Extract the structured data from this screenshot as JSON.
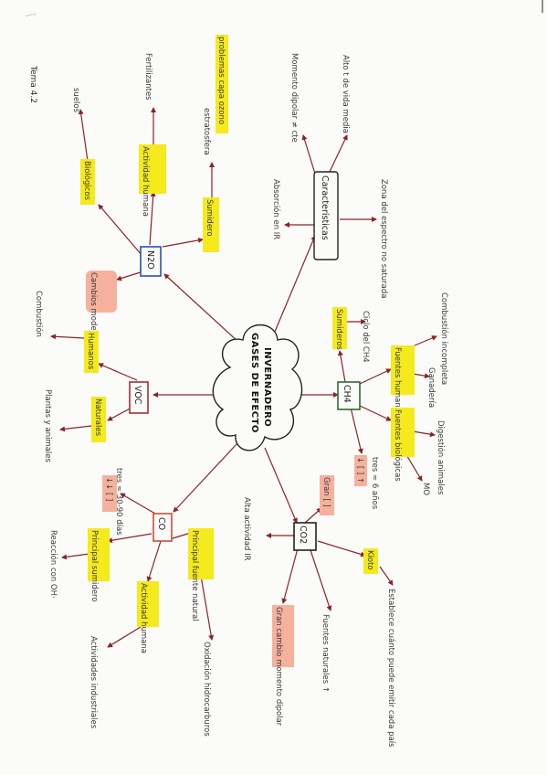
{
  "page_label": "Tema 4.2",
  "colors": {
    "highlight_yellow": "#f4ea1c",
    "highlight_salmon": "#f6b19d",
    "arrow": "#8b2424",
    "n2o_box": "#2b4fb8",
    "ch4_box": "#2d6b2d",
    "co_box": "#d44b3a",
    "voc_box": "#a1323a"
  },
  "center": {
    "line1": "GASES DE EFECTO",
    "line2": "INVERNADERO"
  },
  "n2o": {
    "label": "N2O",
    "biologicos": "Biológicos",
    "suelos": "suelos",
    "actividad": "Actividad humana",
    "fertilizantes": "Fertilizantes",
    "sumidero": "Sumidero",
    "estratosfera": "estratosfera",
    "problemas": "problemas capa ozono",
    "cambios": "Cambios moderados"
  },
  "caracteristicas": {
    "label": "Características",
    "momento": "Momento dipolar ≠ cte",
    "alto": "Alto t de vida media",
    "absorcion": "Absorción en IR",
    "zona": "Zona del espectro no saturada"
  },
  "voc": {
    "label": "VOC",
    "humanos": "Humanos",
    "combustion": "Combustión",
    "naturales": "Naturales",
    "plantas": "Plantas y animales"
  },
  "co": {
    "label": "CO",
    "ct": "↓↓ [ ]",
    "tres": "tres ≈ 30-90 días",
    "sumidero": "Principal sumidero",
    "reaccion": "Reacción con OH·",
    "actividad": "Actividad humana",
    "industriales": "Actividades industriales",
    "fuente": "Principal fuente natural",
    "oxidacion": "Oxidación hidrocarburos"
  },
  "ch4": {
    "label": "CH4",
    "sumideros": "Sumideros",
    "ciclo": "Ciclo del CH4",
    "humanas": "Fuentes humanas",
    "combustion": "Combustión incompleta",
    "ganaderia": "Ganadería",
    "biologicas": "Fuentes biológicas",
    "digestion": "Digestión animales",
    "md": "MO",
    "ct": "↓ [ ] ↑",
    "tres": "tres ≈ 6 años"
  },
  "co2": {
    "label": "CO2",
    "gran_ct": "Gran [ ]",
    "alta": "Alta actividad IR",
    "gran_cambio": "Gran cambio momento dipolar",
    "fuentes": "Fuentes naturales ↑",
    "kioto": "Kioto",
    "establece": "Establece cuánto puede emitir cada país"
  }
}
